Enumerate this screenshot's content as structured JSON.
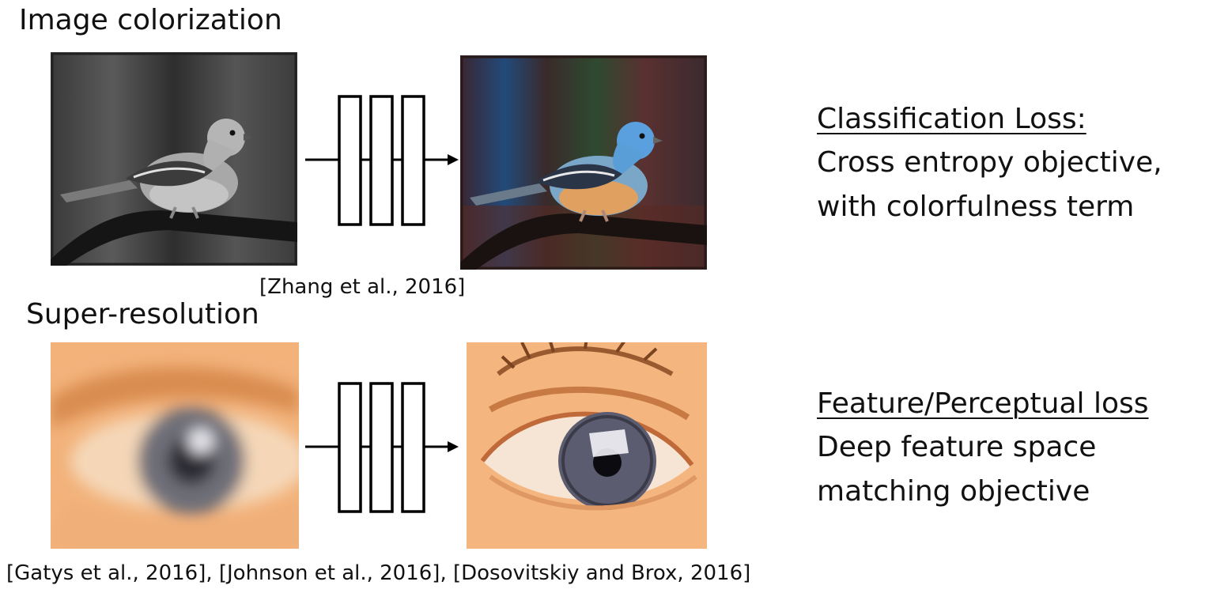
{
  "colorization": {
    "heading": "Image colorization",
    "citation": "[Zhang et al., 2016]",
    "loss_title": "Classification Loss:",
    "loss_lines": [
      "Cross entropy objective,",
      "with colorfulness term"
    ],
    "input_image": "grayscale-bird-photo",
    "output_image": "colorized-bird-photo"
  },
  "super_resolution": {
    "heading": "Super-resolution",
    "citation": "[Gatys et al., 2016], [Johnson et al., 2016], [Dosovitskiy and Brox, 2016]",
    "loss_title": "Feature/Perceptual loss",
    "loss_lines": [
      "Deep feature space",
      "matching objective"
    ],
    "input_image": "blurry-eye-photo",
    "output_image": "sharp-eye-photo"
  },
  "colors": {
    "text": "#111111",
    "network_stroke": "#000000",
    "skin": "#f2b27a",
    "bird_blue": "#5aa0de",
    "bird_orange": "#e0a060"
  }
}
